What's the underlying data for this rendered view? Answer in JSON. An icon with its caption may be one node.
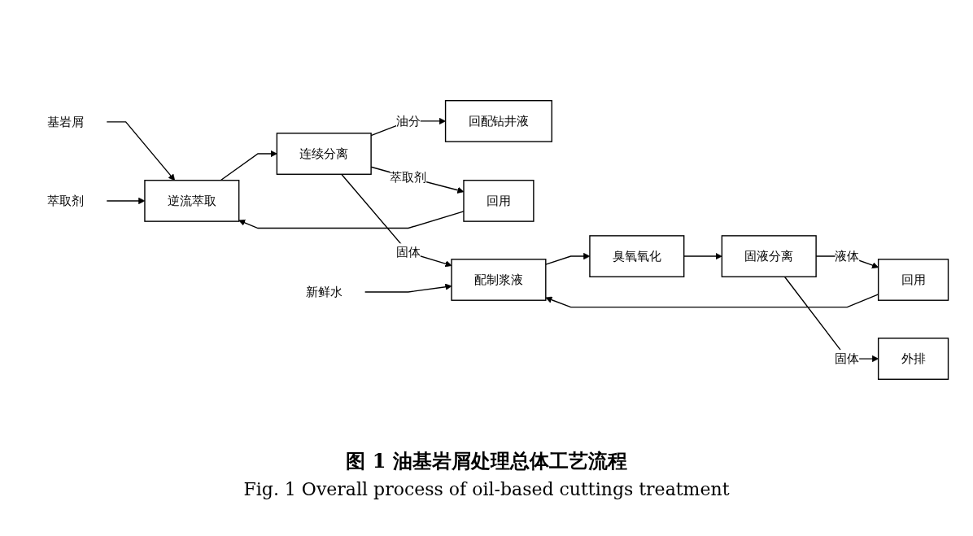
{
  "diagram": {
    "caption": "图 1 油基岩屑处理总体工艺流程",
    "nodes": [
      {
        "text": [
          "基岩屑"
        ]
      },
      {
        "text": [
          "萃取剂"
        ]
      },
      {
        "text": [
          "逆流萃取"
        ]
      },
      {
        "text": [
          "连续分离"
        ]
      },
      {
        "text": [
          "回配钻井液"
        ]
      },
      {
        "text": [
          "回用"
        ]
      },
      {
        "text": [
          "配制浆液"
        ]
      },
      {
        "text": [
          "新鲜水"
        ]
      },
      {
        "text": [
          "臭氧氧化"
        ]
      },
      {
        "text": [
          "固液分离"
        ]
      },
      {
        "text": [
          "回用"
        ]
      },
      {
        "text": [
          "外排"
        ]
      }
    ],
    "edges": [
      {
        "from": 0,
        "to": 2,
        "arrow": "to"
      },
      {
        "from": 1,
        "to": 2,
        "arrow": "to"
      },
      {
        "from": 2,
        "to": 3,
        "arrow": "to"
      },
      {
        "from": 3,
        "to": 4,
        "arrow": "to",
        "label": "油分"
      },
      {
        "from": 3,
        "to": 5,
        "arrow": "to",
        "label": "萃取剂"
      },
      {
        "from": 5,
        "to": 2,
        "arrow": "to"
      },
      {
        "from": 3,
        "to": 6,
        "arrow": "to",
        "label": "固体"
      },
      {
        "from": 7,
        "to": 6,
        "arrow": "to"
      },
      {
        "from": 6,
        "to": 8,
        "arrow": "to"
      },
      {
        "from": 8,
        "to": 9,
        "arrow": "to"
      },
      {
        "from": 9,
        "to": 10,
        "arrow": "to",
        "label": "液体"
      },
      {
        "from": 9,
        "to": 11,
        "arrow": "to",
        "label": "固体"
      },
      {
        "from": 10,
        "to": 6,
        "arrow": "to"
      }
    ],
    "labels": [
      "Fig. 1 Overall process of oil-based cuttings treatment"
    ]
  }
}
